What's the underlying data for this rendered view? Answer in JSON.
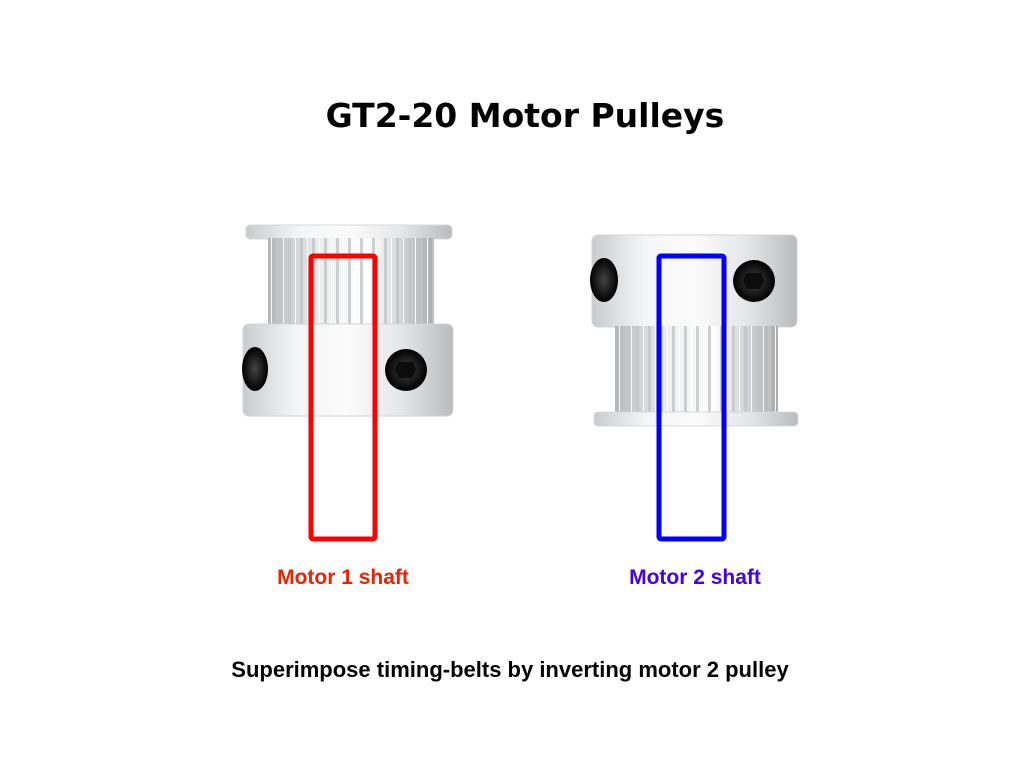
{
  "title": "GT2-20 Motor Pulleys",
  "pulleys": [
    {
      "label": "Motor 1 shaft",
      "color": "#ff0000",
      "label_color": "#ee2200",
      "orientation": "hub-bottom"
    },
    {
      "label": "Motor 2 shaft",
      "color": "#0000ff",
      "label_color": "#4400ee",
      "orientation": "hub-top"
    }
  ],
  "caption": "Superimpose timing-belts by inverting motor 2 pulley"
}
